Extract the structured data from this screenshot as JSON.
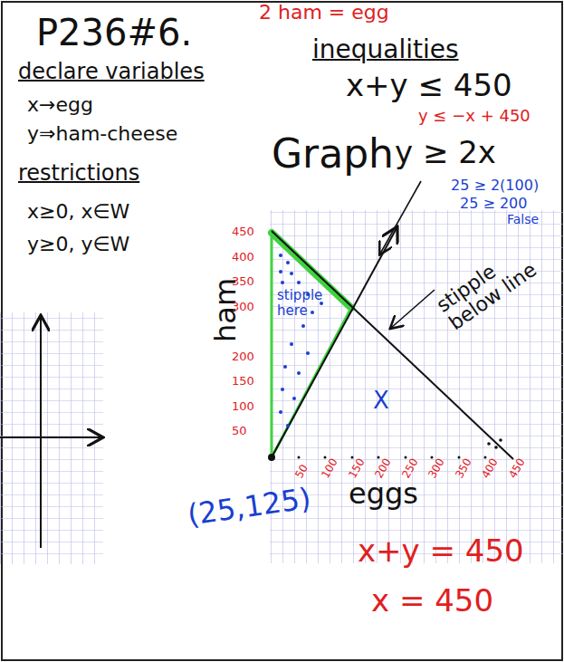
{
  "diagram": {
    "title": "P236#6.",
    "labels": [
      "2 ham = egg",
      "declare variables",
      "x→egg",
      "y⇒ham-cheese",
      "restrictions",
      "x≥0, x∈W",
      "y≥0, y∈W",
      "inequalities",
      "x+y ≤ 450",
      "y ≤ −x + 450",
      "Graph",
      "y ≥ 2x",
      "25 ≥ 2(100)",
      "25 ≥ 200",
      "False",
      "stipple below line",
      "stipple here",
      "ham",
      "eggs",
      "X",
      "(25,125)",
      "x+y = 450",
      "x = 450",
      "450",
      "400",
      "350",
      "300",
      "200",
      "150",
      "100",
      "50",
      "50",
      "100",
      "150",
      "200",
      "250",
      "300",
      "350",
      "400",
      "450"
    ]
  }
}
